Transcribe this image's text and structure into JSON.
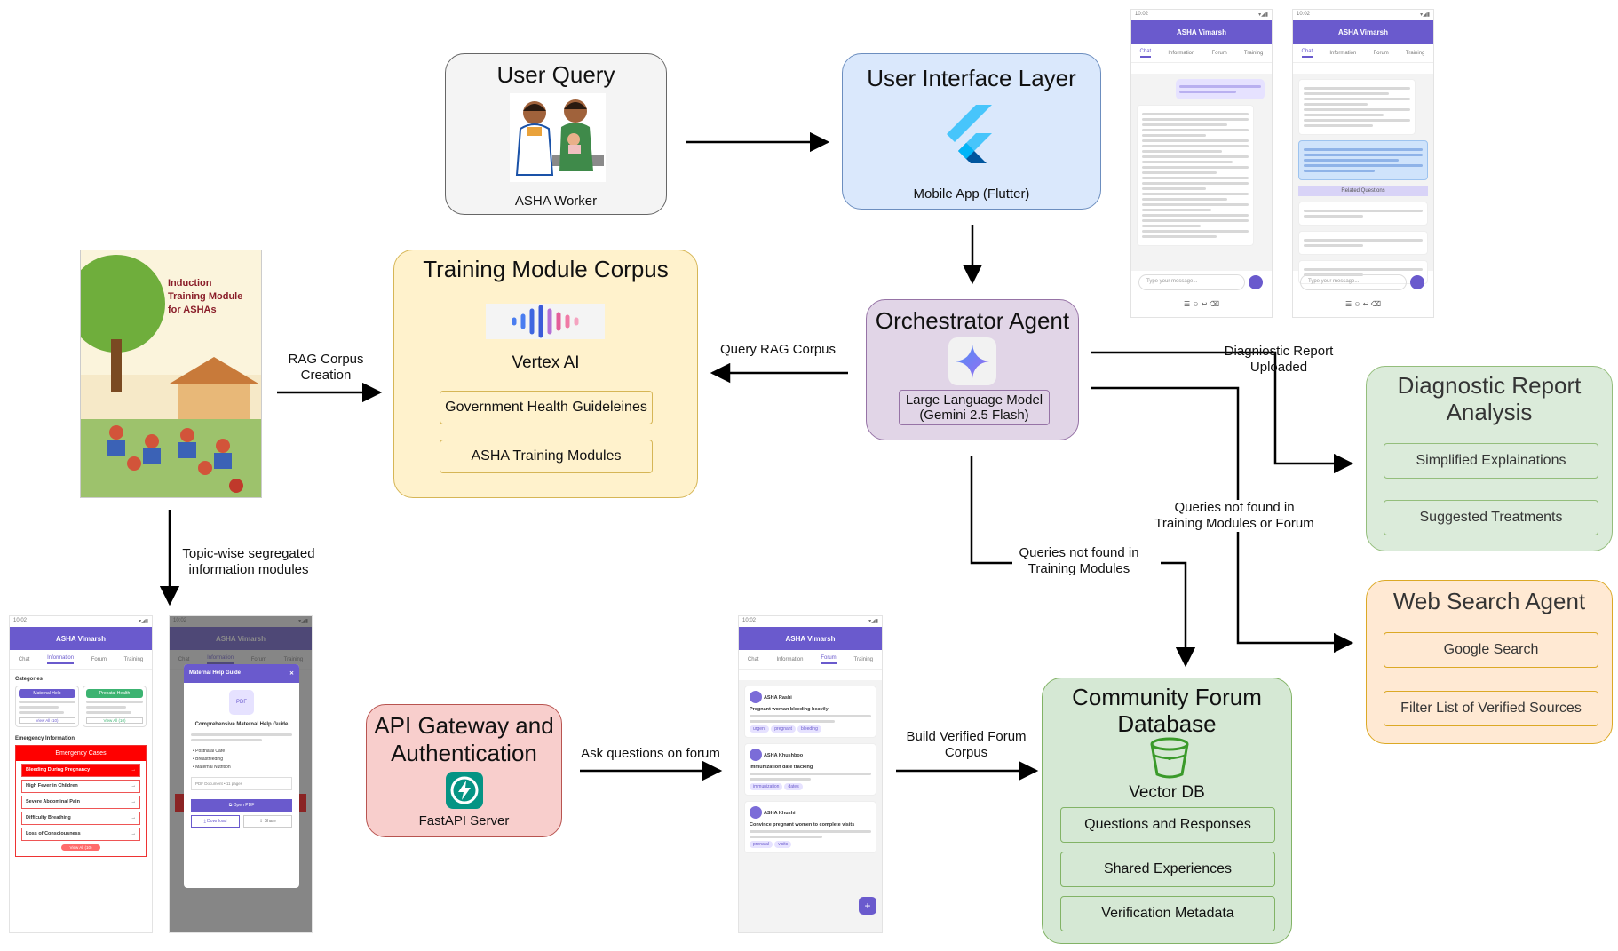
{
  "user_query": {
    "title": "User Query",
    "caption": "ASHA Worker"
  },
  "ui_layer": {
    "title": "User Interface Layer",
    "caption": "Mobile App (Flutter)"
  },
  "orchestrator": {
    "title": "Orchestrator Agent",
    "model_line1": "Large Language Model",
    "model_line2": "(Gemini 2.5 Flash)"
  },
  "training_corpus": {
    "title": "Training Module Corpus",
    "provider": "Vertex AI",
    "items": [
      "Government Health Guideleines",
      "ASHA Training Modules"
    ]
  },
  "book_cover": {
    "title_line1": "Induction",
    "title_line2": "Training Module",
    "title_line3": "for ASHAs"
  },
  "api_gateway": {
    "title_line1": "API Gateway and",
    "title_line2": "Authentication",
    "caption": "FastAPI Server"
  },
  "community_forum": {
    "title_line1": "Community Forum",
    "title_line2": "Database",
    "db_label": "Vector DB",
    "items": [
      "Questions and Responses",
      "Shared Experiences",
      "Verification Metadata"
    ]
  },
  "diagnostic": {
    "title_line1": "Diagnostic Report",
    "title_line2": "Analysis",
    "items": [
      "Simplified Explainations",
      "Suggested Treatments"
    ]
  },
  "web_search": {
    "title": "Web Search Agent",
    "items": [
      "Google Search",
      "Filter List of Verified Sources"
    ]
  },
  "edge_labels": {
    "rag_creation_1": "RAG Corpus",
    "rag_creation_2": "Creation",
    "query_rag": "Query RAG Corpus",
    "diag_uploaded_1": "Diagniostic Report",
    "diag_uploaded_2": "Uploaded",
    "not_found_forum_1": "Queries not found in",
    "not_found_forum_2": "Training Modules or Forum",
    "not_found_train_1": "Queries not found in",
    "not_found_train_2": "Training Modules",
    "topic_1": "Topic-wise segregated",
    "topic_2": "information modules",
    "ask_forum": "Ask questions on forum",
    "build_forum_1": "Build Verified Forum",
    "build_forum_2": "Corpus"
  },
  "app": {
    "name": "ASHA Vimarsh",
    "tabs": [
      "Chat",
      "Information",
      "Forum",
      "Training"
    ],
    "time": "10:02",
    "input_placeholder": "Type your message...",
    "related_questions": "Related Questions",
    "categories": "Categories",
    "cat_maternal": "Maternal Help",
    "cat_prenatal": "Prenatal Health",
    "view_all": "View All (10)",
    "emergency_info": "Emergency Information",
    "emergency_title": "Emergency Cases",
    "emergency_items": [
      "Bleeding During Pregnancy",
      "High Fever in Children",
      "Severe Abdominal Pain",
      "Difficulty Breathing",
      "Loss of Consciousness"
    ],
    "modal_title": "Maternal Help Guide",
    "modal_doc_title": "Comprehensive Maternal Help Guide",
    "modal_bullets": [
      "Postnatal Care",
      "Breastfeeding",
      "Maternal Nutrition"
    ],
    "modal_doc_meta": "PDF Document • 11 pages",
    "open_pdf": "Open PDF",
    "download": "Download",
    "share": "Share",
    "posts": [
      {
        "author": "ASHA Rashi",
        "title": "Pregnant woman bleeding heavily",
        "tags": [
          "urgent",
          "pregnant",
          "bleeding"
        ]
      },
      {
        "author": "ASHA Khushboo",
        "title": "Immunization date tracking",
        "tags": [
          "immunization",
          "dates"
        ]
      },
      {
        "author": "ASHA Khushi",
        "title": "Convince pregnant women to complete visits",
        "tags": [
          "prenatal",
          "visits"
        ]
      }
    ]
  },
  "colors": {
    "purple": "#6a5acd",
    "emergency": "#ff0000"
  }
}
